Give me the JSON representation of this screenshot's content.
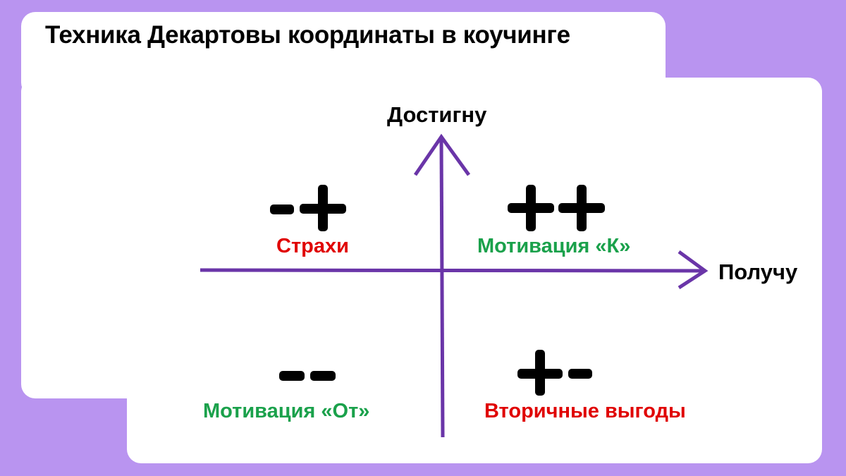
{
  "title": "Техника Декартовы координаты в коучинге",
  "axes": {
    "y_label": "Достигну",
    "x_label": "Получу",
    "color": "#6a35a8"
  },
  "quadrants": [
    {
      "position": "top-left",
      "signs": "-+",
      "label": "Страхи",
      "color": "#e00000"
    },
    {
      "position": "top-right",
      "signs": "++",
      "label": "Мотивация «К»",
      "color": "#1aa14b"
    },
    {
      "position": "bottom-left",
      "signs": "--",
      "label": "Мотивация «От»",
      "color": "#1aa14b"
    },
    {
      "position": "bottom-right",
      "signs": "+-",
      "label": "Вторичные выгоды",
      "color": "#e00000"
    }
  ],
  "colors": {
    "background": "#b994f0",
    "panel": "#ffffff",
    "axis": "#6a35a8",
    "positive_label": "#1aa14b",
    "negative_label": "#e00000"
  }
}
